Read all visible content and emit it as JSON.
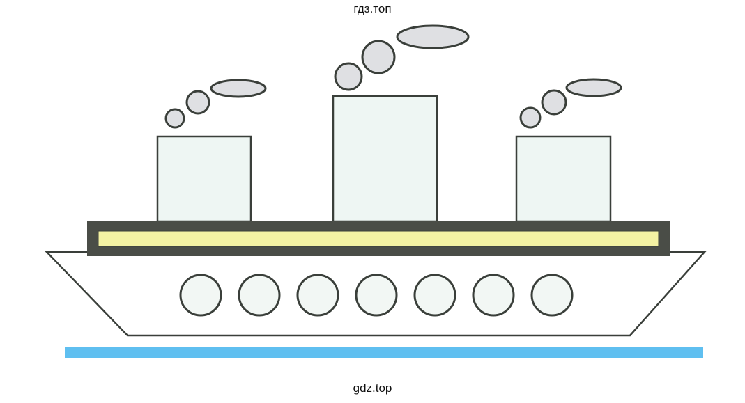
{
  "watermarks": {
    "top": "гдз.топ",
    "bottom": "gdz.top"
  },
  "illustration": {
    "subject": "steamship",
    "funnel_count": 3,
    "porthole_count": 7,
    "colors": {
      "outline": "#3a3f3a",
      "funnel_fill": "#eef6f3",
      "smoke_fill": "#dfe0e3",
      "deck_dark": "#4a4d47",
      "deck_stripe": "#f4f2a3",
      "hull_fill": "#ffffff",
      "porthole_fill": "#f2f7f4",
      "water": "#5fbff0"
    }
  }
}
